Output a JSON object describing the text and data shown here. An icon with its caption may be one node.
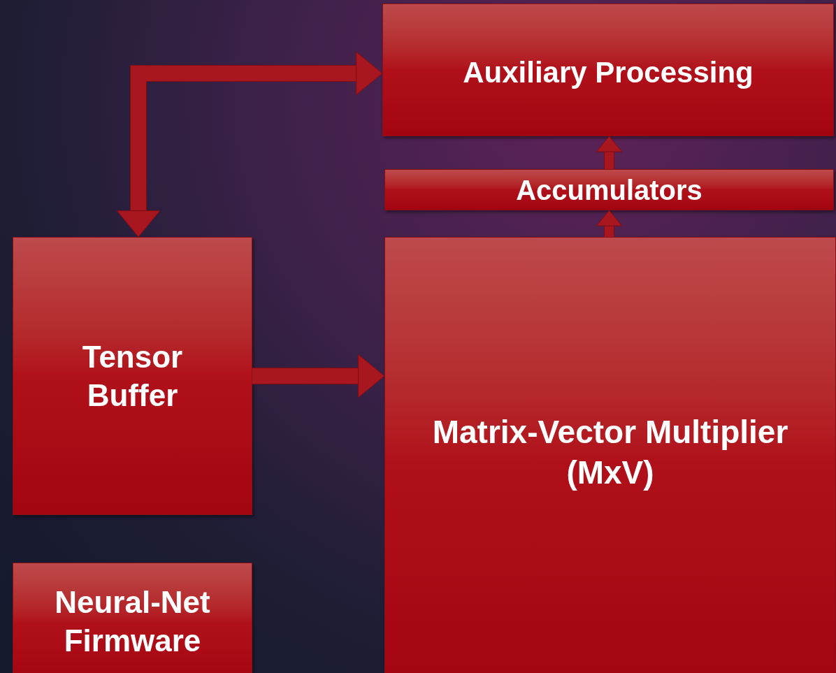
{
  "diagram": {
    "nodes": [
      {
        "text": [
          "Auxiliary Processing"
        ]
      },
      {
        "text": [
          "Accumulators"
        ]
      },
      {
        "text": [
          "Tensor Buffer"
        ]
      },
      {
        "text": [
          "Matrix-Vector Multiplier (MxV)"
        ]
      },
      {
        "text": [
          "Neural-Net Firmware"
        ]
      }
    ],
    "edges": [
      {
        "from": 2,
        "to": 0,
        "arrow": "both"
      },
      {
        "from": 2,
        "to": 3,
        "arrow": "to"
      },
      {
        "from": 3,
        "to": 1,
        "arrow": "to"
      },
      {
        "from": 1,
        "to": 0,
        "arrow": "to"
      }
    ]
  }
}
